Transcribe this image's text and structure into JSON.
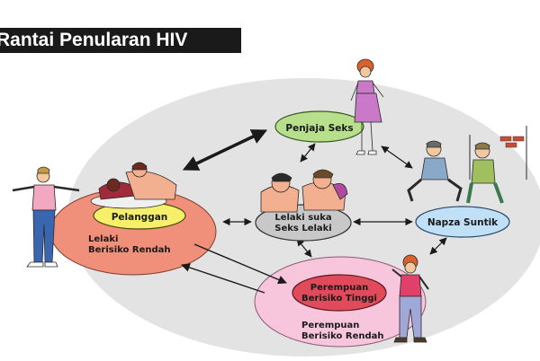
{
  "title": "Rantai Penularan HIV",
  "nodes": {
    "penjaja_seks": "Penjaja Seks",
    "pelanggan": "Pelanggan",
    "lelaki_berisiko_rendah": [
      "Lelaki",
      "Berisiko Rendah"
    ],
    "lelaki_suka_seks_lelaki": [
      "Lelaki suka",
      "Seks Lelaki"
    ],
    "napza_suntik": "Napza Suntik",
    "perempuan_berisiko_tinggi": [
      "Perempuan",
      "Berisiko Tinggi"
    ],
    "perempuan_berisiko_rendah": [
      "Perempuan",
      "Berisiko Rendah"
    ]
  },
  "colors": {
    "title_bg": "#1a1a1a",
    "big_ellipse": "#e3e3e3",
    "penjaja": "#b8e08c",
    "pelanggan": "#f5ef6a",
    "lelaki_rendah": "#f0907a",
    "lsl": "#c8c8c8",
    "napza": "#bfe0f6",
    "perempuan_tinggi": "#e04a5a",
    "perempuan_rendah": "#f7c6dc"
  },
  "icons": [
    "woman-pink-dress",
    "man-standing",
    "couple-on-bed",
    "two-men-embrace",
    "two-men-sitting",
    "woman-standing",
    "brick-wall"
  ]
}
